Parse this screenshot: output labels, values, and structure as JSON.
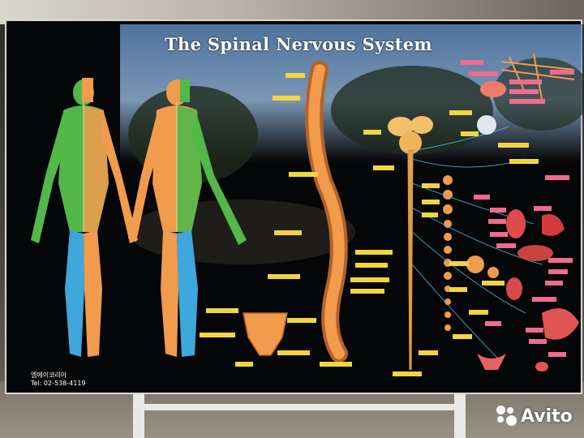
{
  "poster": {
    "title": "The Spinal Nervous System",
    "publisher_line": "엠에이코리아",
    "phone_line": "Tel: 02-538-4119"
  },
  "watermark": {
    "text": "Avito",
    "icon": "avito-logo-icon"
  },
  "colors": {
    "poster_bg": "#050607",
    "title": "#ffffff",
    "bone": "#f29b4c",
    "dermatome_green": "#52b848",
    "dermatome_blue": "#3ea7dc",
    "label_yellow": "#f2d640",
    "label_pink": "#f06b8f",
    "nerve_cyan": "#49b7d8"
  }
}
